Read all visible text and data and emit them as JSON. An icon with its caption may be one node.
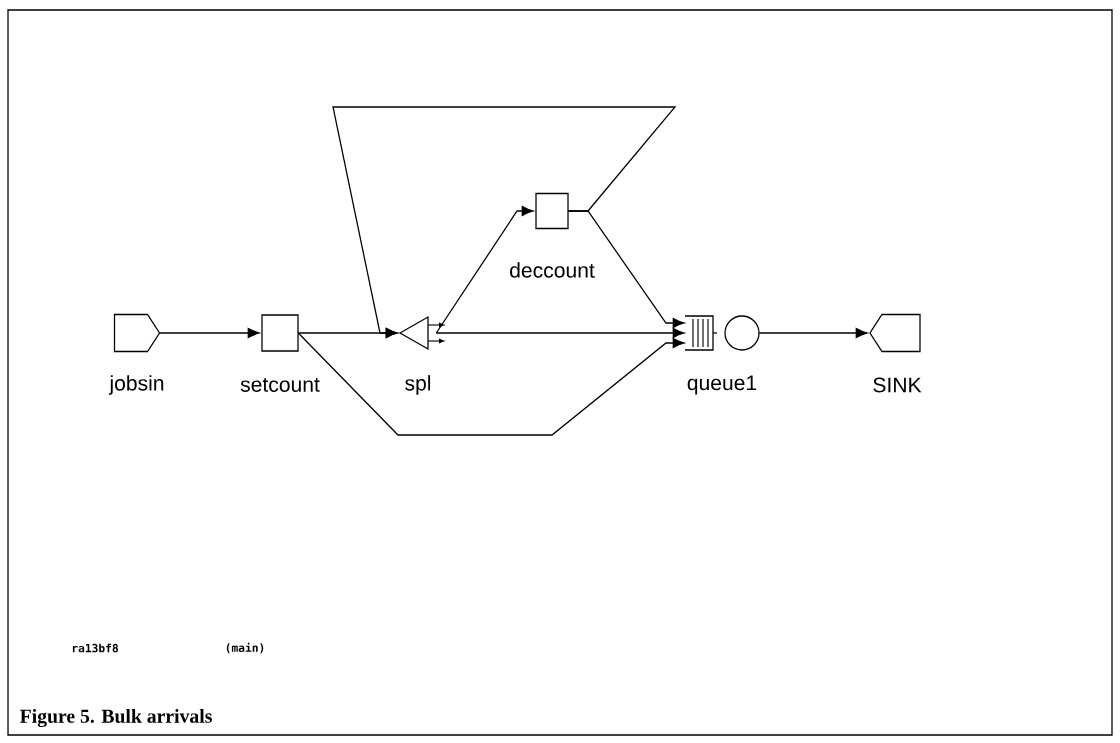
{
  "diagram": {
    "caption": "Figure 5. Bulk arrivals",
    "nodes": [
      {
        "text": [
          "jobsin"
        ]
      },
      {
        "text": [
          "setcount"
        ]
      },
      {
        "text": [
          "spl"
        ]
      },
      {
        "text": [
          "deccount"
        ]
      },
      {
        "text": [
          "queue1"
        ]
      },
      {
        "text": [
          "SINK"
        ]
      }
    ],
    "edges": [
      {
        "from": 0,
        "to": 1,
        "arrow": "to"
      },
      {
        "from": 1,
        "to": 2,
        "arrow": "to"
      },
      {
        "from": 1,
        "to": 4,
        "arrow": "to"
      },
      {
        "from": 2,
        "to": 3,
        "arrow": "to"
      },
      {
        "from": 2,
        "to": 4,
        "arrow": "to"
      },
      {
        "from": 3,
        "to": 4,
        "arrow": "to"
      },
      {
        "from": 3,
        "to": 2,
        "arrow": "to"
      },
      {
        "from": 4,
        "to": 5,
        "arrow": "to"
      }
    ],
    "labels": [
      "ra13bf8",
      "(main)"
    ]
  }
}
